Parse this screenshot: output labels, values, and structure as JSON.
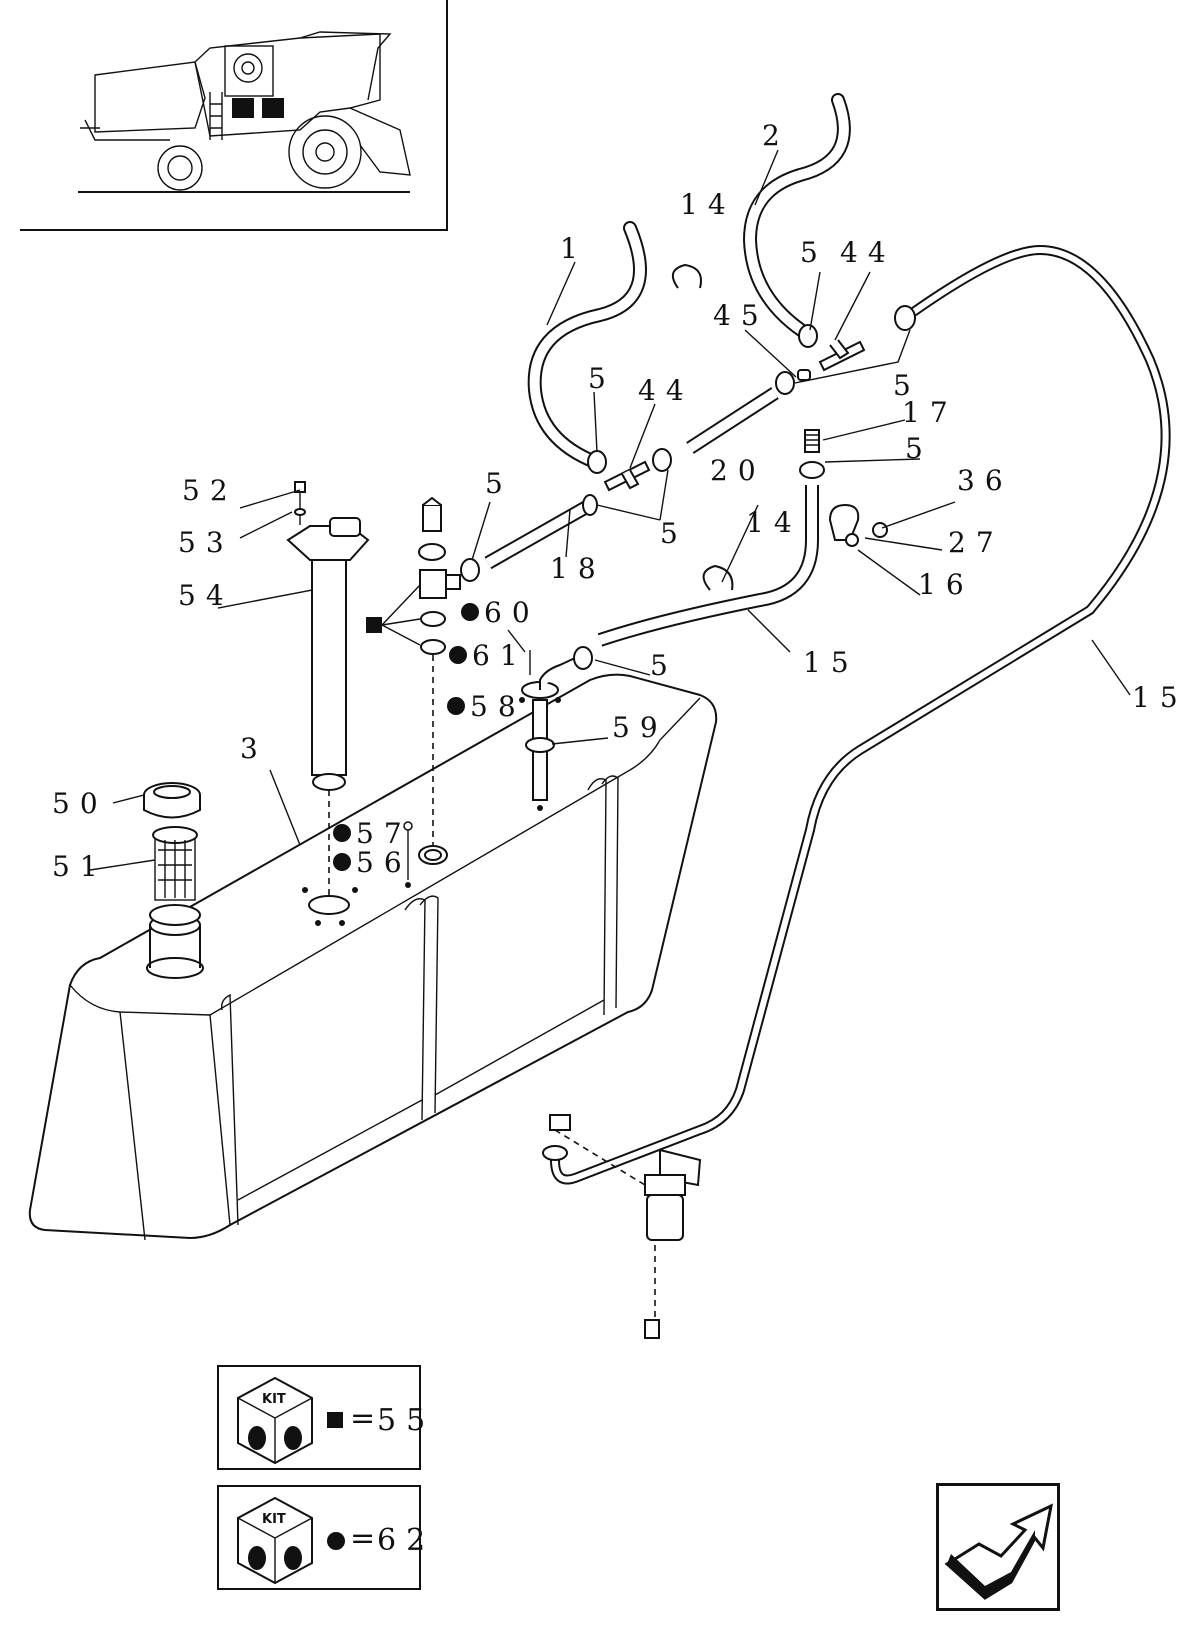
{
  "callouts": {
    "c1": "1",
    "c2": "2",
    "c3": "3",
    "c5a": "5",
    "c5b": "5",
    "c5c": "5",
    "c5d": "5",
    "c5e": "5",
    "c5f": "5",
    "c5g": "5",
    "c14a": "14",
    "c14b": "14",
    "c15a": "15",
    "c15b": "15",
    "c16": "16",
    "c17": "17",
    "c18": "18",
    "c20": "20",
    "c27": "27",
    "c36": "36",
    "c44a": "44",
    "c44b": "44",
    "c45": "45",
    "c50": "50",
    "c51": "51",
    "c52": "52",
    "c53": "53",
    "c54": "54",
    "c56": "56",
    "c57": "57",
    "c58": "58",
    "c59": "59",
    "c60": "60",
    "c61": "61"
  },
  "kits": [
    {
      "label": "KIT",
      "marker": "square",
      "eq": "=",
      "value": "55"
    },
    {
      "label": "KIT",
      "marker": "circle",
      "eq": "=",
      "value": "62"
    }
  ],
  "icons": [
    "combine-harvester-icon",
    "kit-cube-icon",
    "kit-cube-icon",
    "page-turn-arrow-icon"
  ]
}
